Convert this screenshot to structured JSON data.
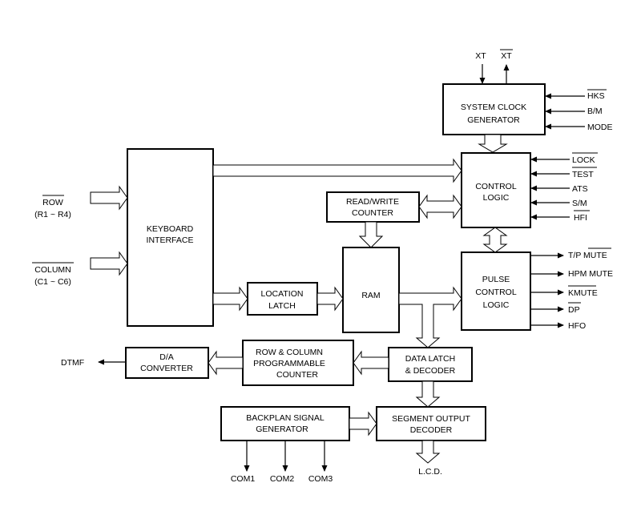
{
  "blocks": {
    "system_clock": [
      "SYSTEM CLOCK",
      "GENERATOR"
    ],
    "control_logic": [
      "CONTROL",
      "LOGIC"
    ],
    "keyboard": [
      "KEYBOARD",
      "INTERFACE"
    ],
    "rw_counter": [
      "READ/WRITE",
      "COUNTER"
    ],
    "ram": "RAM",
    "location_latch": [
      "LOCATION",
      "LATCH"
    ],
    "pulse_control": [
      "PULSE",
      "CONTROL",
      "LOGIC"
    ],
    "data_latch": [
      "DATA LATCH",
      "& DECODER"
    ],
    "rc_counter": [
      "ROW & COLUMN",
      "PROGRAMMABLE",
      "COUNTER"
    ],
    "da_converter": [
      "D/A",
      "CONVERTER"
    ],
    "backplan": [
      "BACKPLAN SIGNAL",
      "GENERATOR"
    ],
    "segment": [
      "SEGMENT OUTPUT",
      "DECODER"
    ]
  },
  "signals": {
    "xt": "XT",
    "xt_bar": "XT",
    "hks": "HKS",
    "bm": "B/M",
    "mode": "MODE",
    "lock": "LOCK",
    "test": "TEST",
    "ats": "ATS",
    "sm": "S/M",
    "hfi": "HFI",
    "row": "ROW",
    "row_range": "(R1 ~ R4)",
    "column": "COLUMN",
    "column_range": "(C1 ~ C6)",
    "tp_mute": "T/P MUTE",
    "hpm_mute": "HPM MUTE",
    "kmute": "KMUTE",
    "dp": "DP",
    "hfo": "HFO",
    "dtmf": "DTMF",
    "com1": "COM1",
    "com2": "COM2",
    "com3": "COM3",
    "lcd": "L.C.D."
  }
}
